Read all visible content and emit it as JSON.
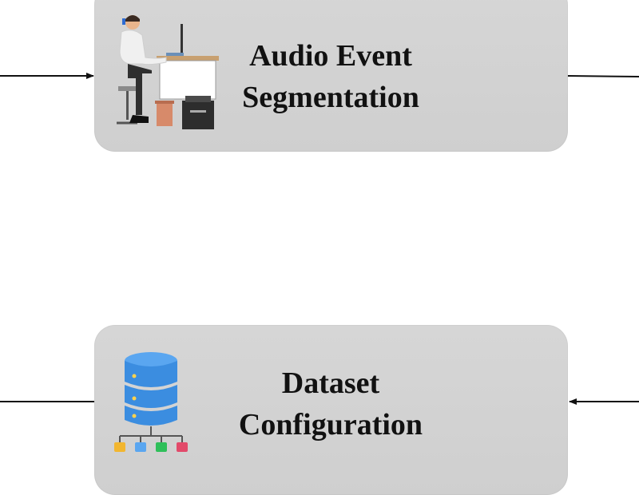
{
  "nodes": [
    {
      "id": "audio-event-segmentation",
      "lines": [
        "Audio Event",
        "Segmentation"
      ],
      "icon": "person-at-workstation-icon"
    },
    {
      "id": "dataset-configuration",
      "lines": [
        "Dataset",
        "Configuration"
      ],
      "icon": "database-network-icon"
    }
  ],
  "colors": {
    "node_fill": "#d3d3d3",
    "text": "#111111",
    "arrow": "#111111",
    "database": "#3b8de0"
  }
}
